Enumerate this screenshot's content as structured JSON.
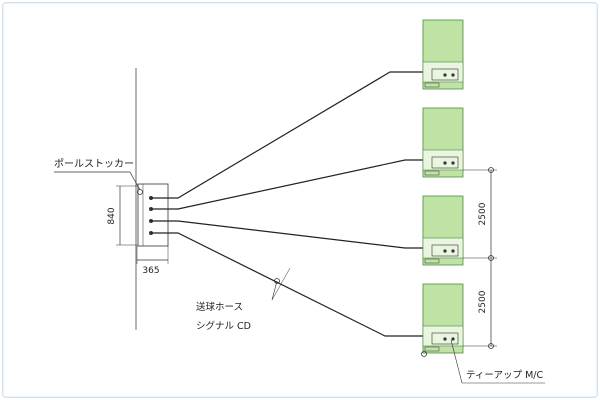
{
  "labels": {
    "pole_stocker": "ポールストッカー",
    "dim_840": "840",
    "dim_365": "365",
    "dim_2500_upper": "2500",
    "dim_2500_lower": "2500",
    "hose": "送球ホース",
    "signal_cd": "シグナル CD",
    "tee_up": "ティーアップ M/C"
  },
  "colors": {
    "unit_fill": "#bfe3a5",
    "unit_panel": "#e9f5df",
    "unit_stroke": "#4f8c3d",
    "line": "#222222"
  }
}
